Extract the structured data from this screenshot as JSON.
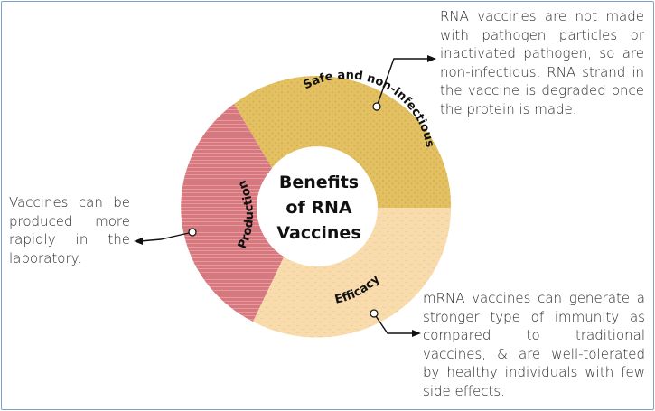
{
  "center_title": [
    "Benefits",
    "of RNA",
    "Vaccines"
  ],
  "segments": {
    "safe": {
      "label": "Safe and non-infectious",
      "color": "#e3c062"
    },
    "efficacy": {
      "label": "Efficacy",
      "color": "#f8dcae"
    },
    "production": {
      "label": "Production",
      "color": "#d6787e"
    }
  },
  "descriptions": {
    "safe": "RNA vaccines are not made with pathogen particles or inactivated pathogen, so are non-infectious. RNA strand in the vaccine is degraded once the protein is made.",
    "production": "Vaccines can be produced more rapidly in the laboratory.",
    "efficacy": "mRNA vaccines can generate a stronger type of immunity as compared to traditional vaccines, & are well-tolerated by healthy individuals with few side effects."
  },
  "colors": {
    "border": "#7fa1c9",
    "connector": "#111111"
  }
}
